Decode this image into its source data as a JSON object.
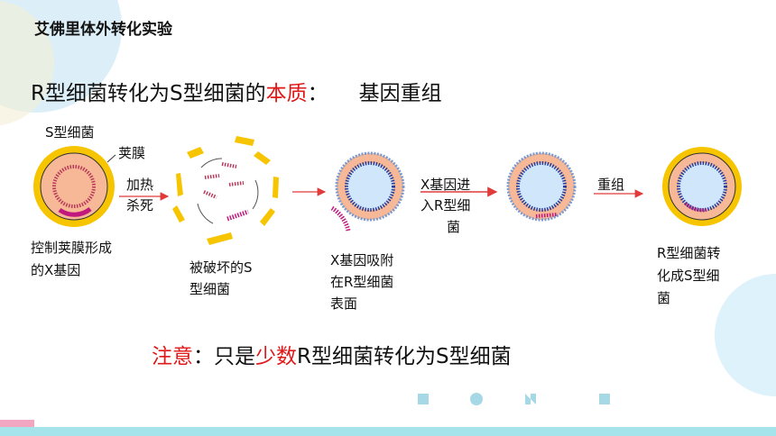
{
  "title": "艾佛里体外转化实验",
  "headline": {
    "prefix": "R型细菌转化为S型细菌的",
    "highlight": "本质",
    "colon": "：",
    "answer": "基因重组"
  },
  "labels": {
    "s_bacteria": "S型细菌",
    "capsule": "荚膜",
    "heat_line1": "加热",
    "heat_line2": "杀死",
    "gene_line1": "控制荚膜形成",
    "gene_line2": "的X基因",
    "destroyed_line1": "被破坏的S",
    "destroyed_line2": "型细菌",
    "adsorb_line1": "X基因吸附",
    "adsorb_line2": "在R型细菌",
    "adsorb_line3": "表面",
    "enter_line1": "X基因进",
    "enter_line2": "入R型细",
    "enter_line3": "菌",
    "recombine": "重组",
    "result_line1": "R型细菌转",
    "result_line2": "化成S型细",
    "result_line3": "菌"
  },
  "note": {
    "highlight1": "注意",
    "text1": "：只是",
    "highlight2": "少数",
    "text2": "R型细菌转化为S型细菌"
  },
  "colors": {
    "capsule_yellow": "#f7c400",
    "cell_orange": "#f6b896",
    "cell_blue": "#cfe6fb",
    "dna_blue": "#283c9a",
    "gene_magenta": "#c0187c",
    "accent_red": "#e01818",
    "arrow_red": "#e03a3a"
  }
}
